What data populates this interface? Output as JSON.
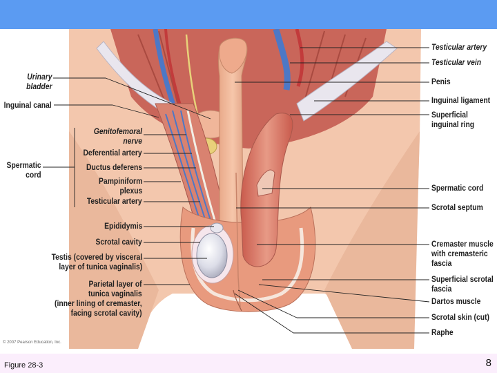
{
  "figure": {
    "caption": "Figure 28-3",
    "slide_number": "8",
    "copyright": "© 2007 Pearson Education, Inc."
  },
  "labels_left": {
    "urinary_bladder": "Urinary\nbladder",
    "inguinal_canal": "Inguinal canal",
    "spermatic_cord": "Spermatic\ncord",
    "genitofemoral_nerve": "Genitofemoral\nnerve",
    "deferential_artery": "Deferential artery",
    "ductus_deferens": "Ductus deferens",
    "pampiniform_plexus": "Pampiniform\nplexus",
    "testicular_artery": "Testicular artery",
    "epididymis": "Epididymis",
    "scrotal_cavity": "Scrotal cavity",
    "testis": "Testis (covered by visceral\nlayer of tunica vaginalis)",
    "parietal_layer": "Parietal layer of\ntunica vaginalis\n(inner lining of cremaster,\nfacing scrotal cavity)"
  },
  "labels_right": {
    "testicular_artery": "Testicular artery",
    "testicular_vein": "Testicular vein",
    "penis": "Penis",
    "inguinal_ligament": "Inguinal ligament",
    "superficial_inguinal_ring": "Superficial\ninguinal ring",
    "spermatic_cord": "Spermatic cord",
    "scrotal_septum": "Scrotal septum",
    "cremaster_muscle": "Cremaster muscle\nwith cremasteric\nfascia",
    "superficial_scrotal_fascia": "Superficial scrotal\nfascia",
    "dartos_muscle": "Dartos muscle",
    "scrotal_skin": "Scrotal skin (cut)",
    "raphe": "Raphe"
  },
  "colors": {
    "banner": "#5b9bf2",
    "footer": "#fbeefc",
    "skin": "#f2c2a6",
    "muscle": "#d9786a",
    "vein": "#4d78c6",
    "artery": "#c23b3b"
  }
}
